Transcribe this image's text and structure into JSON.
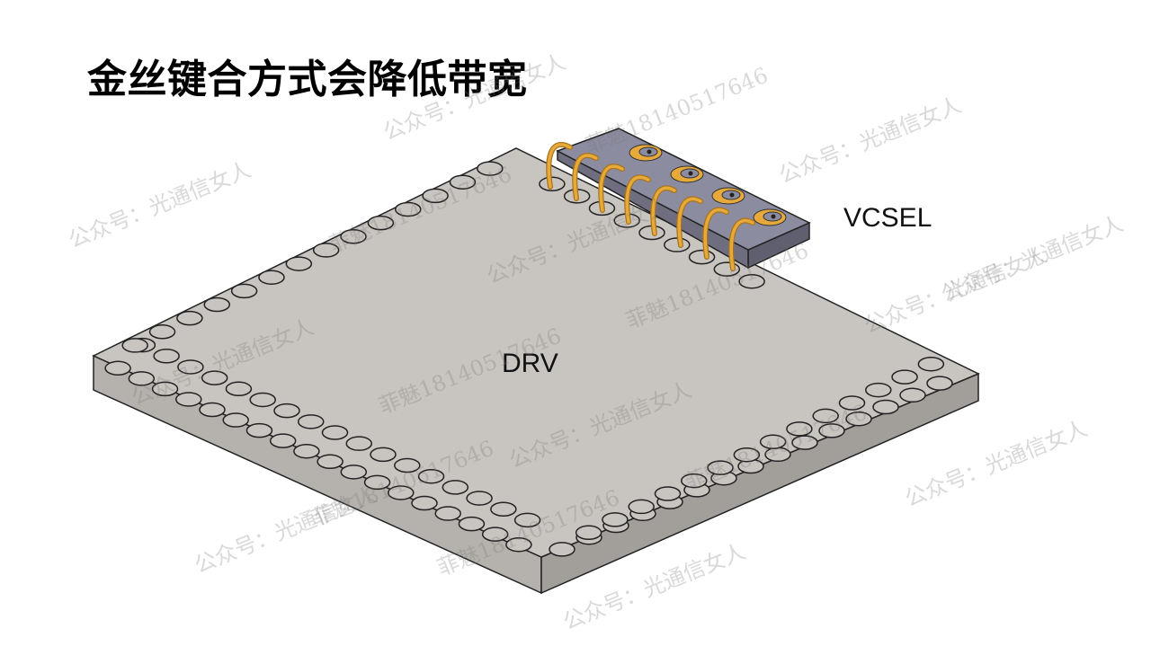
{
  "title": "金丝键合方式会降低带宽",
  "labels": {
    "vcsel": "VCSEL",
    "drv": "DRV"
  },
  "colors": {
    "drv_top": "#c8c4c0",
    "drv_side": "#a9a5a1",
    "vcsel_top": "#8c8ca0",
    "vcsel_side": "#6e6e80",
    "gold": "#e6a93a",
    "gold_dark": "#a8741c"
  },
  "watermarks": [
    "公众号：光通信女人",
    "菲魅18140517646",
    "公众号：光通信女人",
    "菲魅18140517646",
    "公众号：光通信女人",
    "公众号：光通信女人",
    "菲魅18140517646",
    "公众号：光通信女人",
    "菲魅18140517646",
    "公众号：光通信女人",
    "公众号：光通信女人",
    "菲魅18140517646",
    "公众号：光通信女人",
    "菲魅18140517646",
    "公众号：光通信女人",
    "公众号：光通信女人",
    "菲魅18140517646",
    "公众号：光通信女人"
  ]
}
